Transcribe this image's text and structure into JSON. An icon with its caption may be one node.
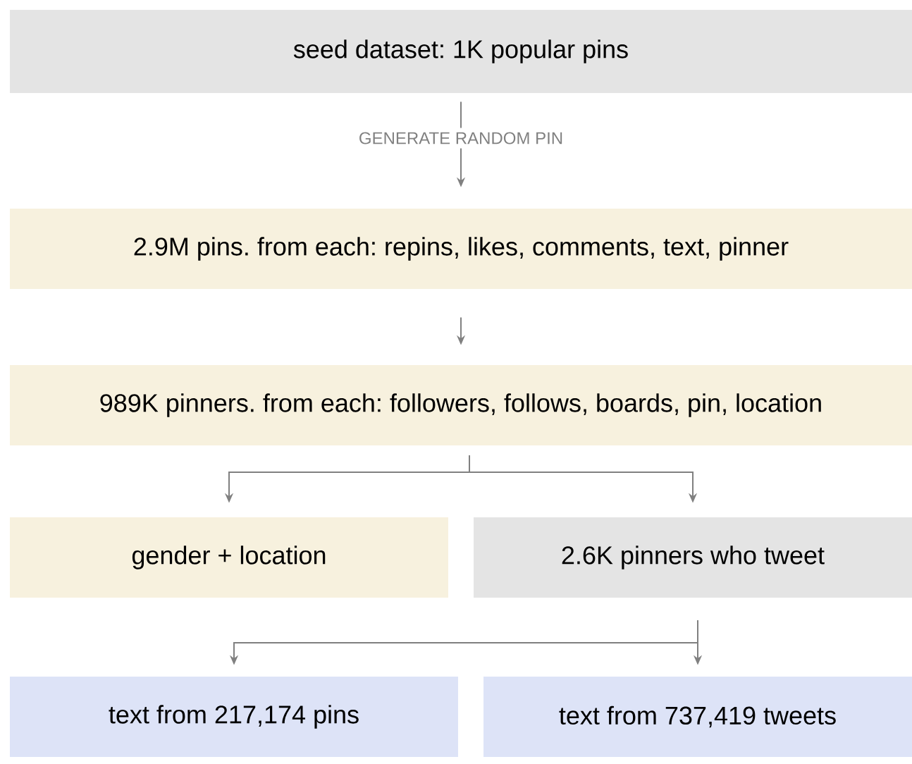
{
  "diagram": {
    "nodes": [
      {
        "text": [
          "seed dataset: 1K popular pins"
        ]
      },
      {
        "text": [
          "2.9M pins. from each: repins, likes, comments, text, pinner"
        ]
      },
      {
        "text": [
          "989K pinners. from each: followers, follows, boards, pin, location"
        ]
      },
      {
        "text": [
          "gender + location"
        ]
      },
      {
        "text": [
          "2.6K pinners who tweet"
        ]
      },
      {
        "text": [
          "text from 217,174 pins"
        ]
      },
      {
        "text": [
          "text from 737,419 tweets"
        ]
      }
    ],
    "edges": [
      {
        "from": 0,
        "to": 1,
        "arrow": "to",
        "label": "GENERATE RANDOM PIN"
      },
      {
        "from": 1,
        "to": 2,
        "arrow": "to"
      },
      {
        "from": 2,
        "to": 3,
        "arrow": "to"
      },
      {
        "from": 2,
        "to": 4,
        "arrow": "to"
      },
      {
        "from": 4,
        "to": 5,
        "arrow": "to"
      },
      {
        "from": 4,
        "to": 6,
        "arrow": "to"
      }
    ]
  }
}
